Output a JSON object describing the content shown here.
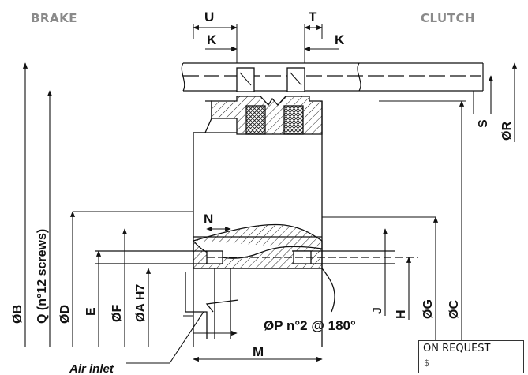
{
  "headers": {
    "left": "BRAKE",
    "right": "CLUTCH"
  },
  "dimensions": {
    "U": "U",
    "T": "T",
    "K_left": "K",
    "K_right": "K",
    "N": "N",
    "M": "M",
    "S": "S",
    "R": "ØR",
    "B": "ØB",
    "Q": "Q (n°12 screws)",
    "D": "ØD",
    "E": "E",
    "F": "ØF",
    "A": "ØA H7",
    "J": "J",
    "H": "H",
    "G": "ØG",
    "C": "ØC",
    "P": "ØP n°2 @ 180°"
  },
  "annotations": {
    "air_inlet": "Air inlet"
  },
  "note": {
    "title": "ON REQUEST",
    "sub": "$"
  }
}
